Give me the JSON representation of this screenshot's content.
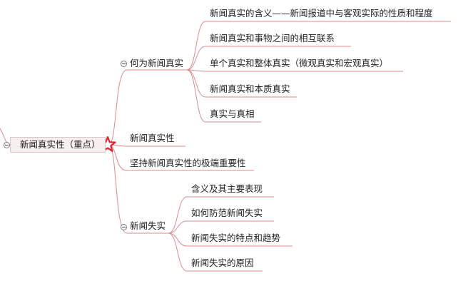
{
  "mindmap": {
    "root": "新闻真实性（重点）",
    "branches": [
      {
        "label": "何为新闻真实",
        "collapsible": true,
        "children": [
          "新闻真实的含义——新闻报道中与客观实际的性质和程度",
          "新闻真实和事物之间的相互联系",
          "单个真实和整体真实（微观真实和宏观真实）",
          "新闻真实和本质真实",
          "真实与真相"
        ]
      },
      {
        "label": "新闻真实性",
        "collapsible": false,
        "children": []
      },
      {
        "label": "坚持新闻真实性的极端重要性",
        "collapsible": false,
        "children": []
      },
      {
        "label": "新闻失实",
        "collapsible": true,
        "children": [
          "含义及其主要表现",
          "如何防范新闻失实",
          "新闻失实的特点和趋势",
          "新闻失实的原因"
        ]
      }
    ]
  },
  "colors": {
    "connector": "#d98c8c",
    "underline": "#d98c8c",
    "star": "#e0262b",
    "root_fill": "#f7eeee"
  },
  "icons": {
    "star": "star-icon",
    "collapse": "collapse-toggle-icon"
  }
}
